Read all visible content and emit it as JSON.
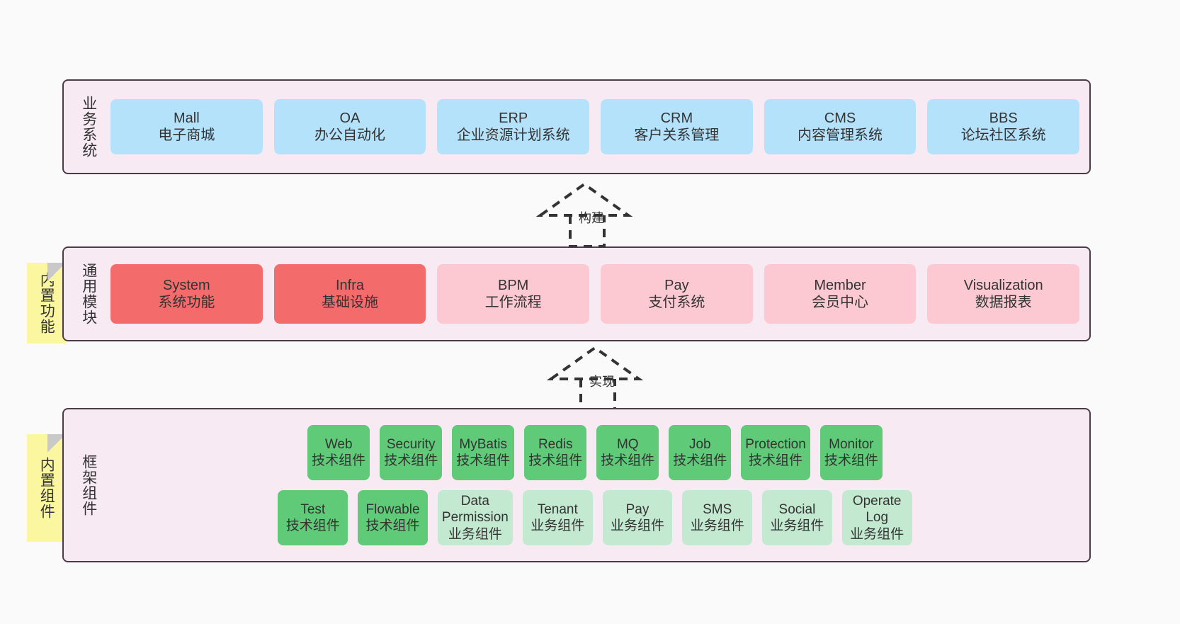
{
  "diagram": {
    "background_color": "#fafafa",
    "band_fill": "#f8eaf3",
    "band_border": "#4a3b45",
    "note_color": "#fbf7a0"
  },
  "business": {
    "title": "业务系统",
    "color": "#b5e2fb",
    "cards": [
      {
        "name": "Mall",
        "desc": "电子商城"
      },
      {
        "name": "OA",
        "desc": "办公自动化"
      },
      {
        "name": "ERP",
        "desc": "企业资源计划系统"
      },
      {
        "name": "CRM",
        "desc": "客户关系管理"
      },
      {
        "name": "CMS",
        "desc": "内容管理系统"
      },
      {
        "name": "BBS",
        "desc": "论坛社区系统"
      }
    ]
  },
  "arrow_build": {
    "label": "构建"
  },
  "arrow_impl": {
    "label": "实现"
  },
  "modules": {
    "title": "通用模块",
    "note": "内置功能",
    "color_strong": "#f36b6b",
    "color_light": "#fcc9d2",
    "cards": [
      {
        "name": "System",
        "desc": "系统功能",
        "tone": "strong"
      },
      {
        "name": "Infra",
        "desc": "基础设施",
        "tone": "strong"
      },
      {
        "name": "BPM",
        "desc": "工作流程",
        "tone": "light"
      },
      {
        "name": "Pay",
        "desc": "支付系统",
        "tone": "light"
      },
      {
        "name": "Member",
        "desc": "会员中心",
        "tone": "light"
      },
      {
        "name": "Visualization",
        "desc": "数据报表",
        "tone": "light"
      }
    ]
  },
  "framework": {
    "title": "框架组件",
    "note": "内置组件",
    "color_strong": "#5fca78",
    "color_light": "#c3ead0",
    "row1": [
      {
        "name": "Web",
        "desc": "技术组件",
        "tone": "strong"
      },
      {
        "name": "Security",
        "desc": "技术组件",
        "tone": "strong"
      },
      {
        "name": "MyBatis",
        "desc": "技术组件",
        "tone": "strong"
      },
      {
        "name": "Redis",
        "desc": "技术组件",
        "tone": "strong"
      },
      {
        "name": "MQ",
        "desc": "技术组件",
        "tone": "strong"
      },
      {
        "name": "Job",
        "desc": "技术组件",
        "tone": "strong"
      },
      {
        "name": "Protection",
        "desc": "技术组件",
        "tone": "strong"
      },
      {
        "name": "Monitor",
        "desc": "技术组件",
        "tone": "strong"
      }
    ],
    "row2": [
      {
        "name": "Test",
        "desc": "技术组件",
        "tone": "strong"
      },
      {
        "name": "Flowable",
        "desc": "技术组件",
        "tone": "strong"
      },
      {
        "name": "Data Permission",
        "desc": "业务组件",
        "tone": "light"
      },
      {
        "name": "Tenant",
        "desc": "业务组件",
        "tone": "light"
      },
      {
        "name": "Pay",
        "desc": "业务组件",
        "tone": "light"
      },
      {
        "name": "SMS",
        "desc": "业务组件",
        "tone": "light"
      },
      {
        "name": "Social",
        "desc": "业务组件",
        "tone": "light"
      },
      {
        "name": "Operate Log",
        "desc": "业务组件",
        "tone": "light"
      }
    ]
  }
}
